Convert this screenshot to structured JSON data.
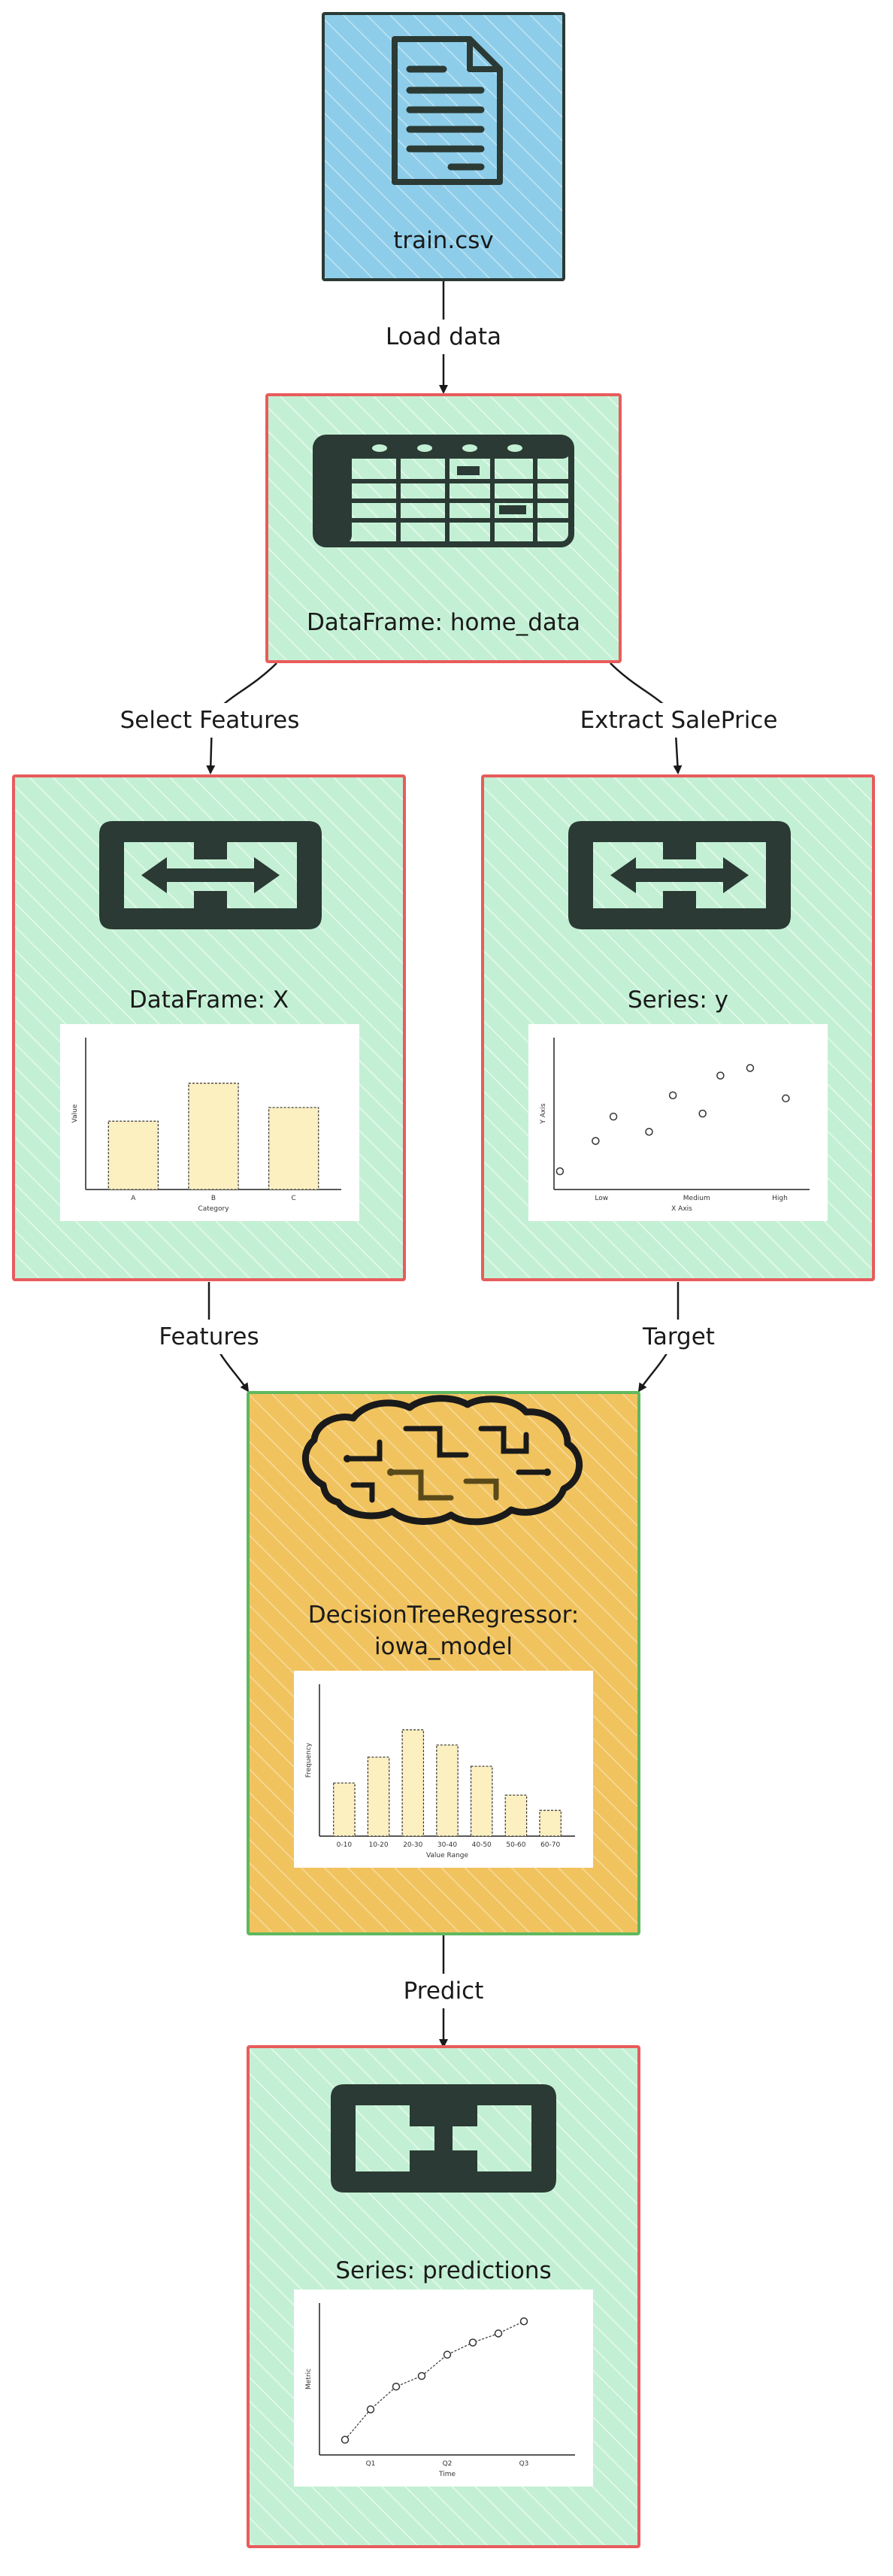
{
  "nodes": {
    "train_csv": {
      "label": "train.csv",
      "icon": "document-icon"
    },
    "home_data": {
      "label": "DataFrame: home_data",
      "icon": "table-icon"
    },
    "x_frame": {
      "label": "DataFrame: X",
      "icon": "transform-horizontal-icon"
    },
    "y_series": {
      "label": "Series: y",
      "icon": "transform-horizontal-icon"
    },
    "model": {
      "label_line1": "DecisionTreeRegressor:",
      "label_line2": "iowa_model",
      "icon": "brain-icon"
    },
    "predictions": {
      "label": "Series: predictions",
      "icon": "transform-vertical-icon"
    }
  },
  "edges": {
    "load_data": "Load data",
    "select_features": "Select Features",
    "extract_saleprice": "Extract SalePrice",
    "features": "Features",
    "target": "Target",
    "predict": "Predict"
  },
  "colors": {
    "blue_fill": "#8dcdea",
    "green_fill": "#c3f0d4",
    "orange_fill": "#f1c35e",
    "red_border": "#e85c5c",
    "green_border": "#5fb85f",
    "dark": "#2b3a34",
    "bar_fill": "#fcefc0"
  },
  "charts": {
    "features_bar": {
      "type": "bar",
      "categories": [
        "A",
        "B",
        "C"
      ],
      "values": [
        45,
        70,
        54
      ],
      "xlabel": "Category",
      "ylabel": "Value",
      "ylim": [
        0,
        100
      ]
    },
    "target_scatter": {
      "type": "scatter",
      "x": [
        0.1,
        0.7,
        1.0,
        1.6,
        2.0,
        2.5,
        2.8,
        3.3,
        3.9
      ],
      "y": [
        12,
        32,
        48,
        38,
        62,
        50,
        75,
        80,
        60
      ],
      "xticks": [
        "Low",
        "Medium",
        "High"
      ],
      "xtick_positions": [
        0.8,
        2.4,
        3.8
      ],
      "xlim": [
        0,
        4.3
      ],
      "ylim": [
        0,
        100
      ],
      "xlabel": "X Axis",
      "ylabel": "Y Axis"
    },
    "model_histogram": {
      "type": "bar",
      "categories": [
        "0-10",
        "10-20",
        "20-30",
        "30-40",
        "40-50",
        "50-60",
        "60-70"
      ],
      "values": [
        35,
        52,
        70,
        60,
        46,
        27,
        17
      ],
      "xlabel": "Value Range",
      "ylabel": "Frequency",
      "ylim": [
        0,
        100
      ]
    },
    "predictions_line": {
      "type": "line",
      "x": [
        0,
        1,
        2,
        3,
        4,
        5,
        6,
        7
      ],
      "y": [
        10,
        30,
        45,
        52,
        66,
        74,
        80,
        88
      ],
      "xticks": [
        "Q1",
        "Q2",
        "Q3"
      ],
      "xtick_positions": [
        1,
        4,
        7
      ],
      "xlim": [
        -1,
        9
      ],
      "ylim": [
        0,
        100
      ],
      "xlabel": "Time",
      "ylabel": "Metric"
    }
  }
}
